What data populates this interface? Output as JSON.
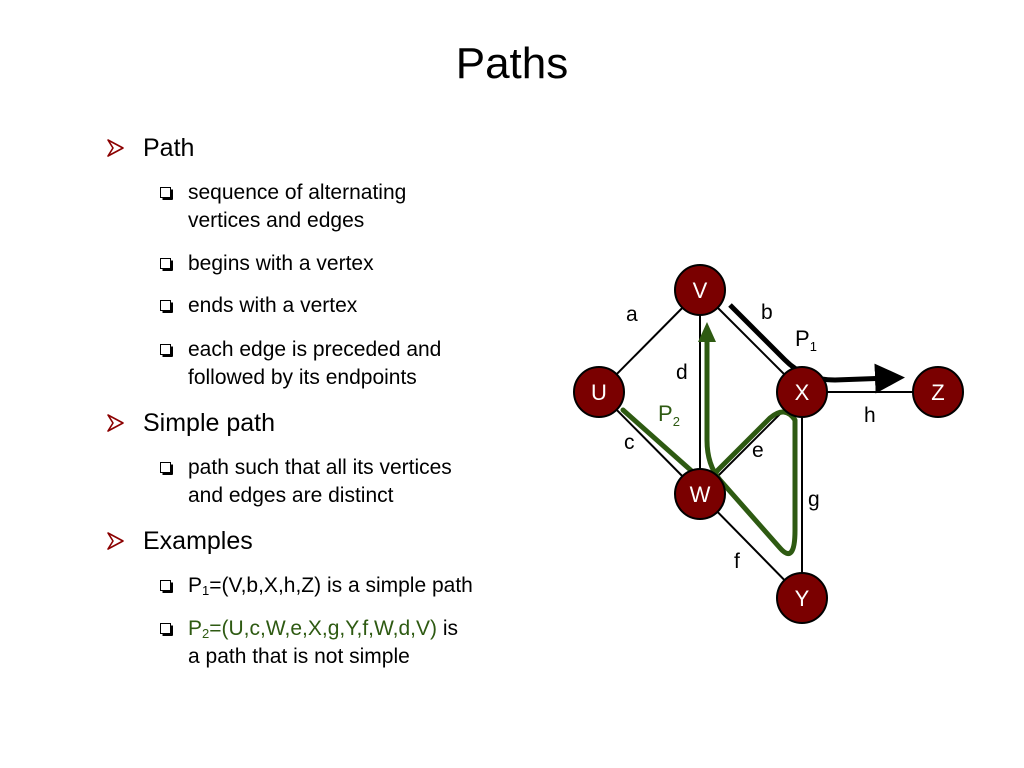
{
  "slide": {
    "title": "Paths",
    "items": [
      {
        "label": "Path",
        "subitems": [
          [
            "sequence of alternating",
            "vertices and edges"
          ],
          [
            "begins with a vertex"
          ],
          [
            "ends with a vertex"
          ],
          [
            "each edge is preceded and",
            "followed by its endpoints"
          ]
        ]
      },
      {
        "label": "Simple path",
        "subitems": [
          [
            "path such that all its vertices",
            "and edges are distinct"
          ]
        ]
      },
      {
        "label": "Examples",
        "examples": [
          {
            "p": "P",
            "sub": "1",
            "path": "=(V,b,X,h,Z)",
            "desc": " is a simple path"
          },
          {
            "p": "P",
            "sub": "2",
            "path": "=(U,c,W,e,X,g,Y,f,W,d,V)",
            "desc": " is",
            "desc2": "a path that is not simple"
          }
        ]
      }
    ]
  },
  "graph": {
    "vertices": [
      "V",
      "U",
      "X",
      "Z",
      "W",
      "Y"
    ],
    "edges": [
      "a",
      "b",
      "c",
      "d",
      "e",
      "f",
      "g",
      "h"
    ],
    "paths": [
      {
        "label": "P",
        "sub": "1",
        "color": "#000000"
      },
      {
        "label": "P",
        "sub": "2",
        "color": "#2e5a12"
      }
    ]
  },
  "colors": {
    "vertex_fill": "#7a0000",
    "vertex_text": "#ffffff",
    "bullet": "#8b0000",
    "path2": "#2e5a12"
  }
}
